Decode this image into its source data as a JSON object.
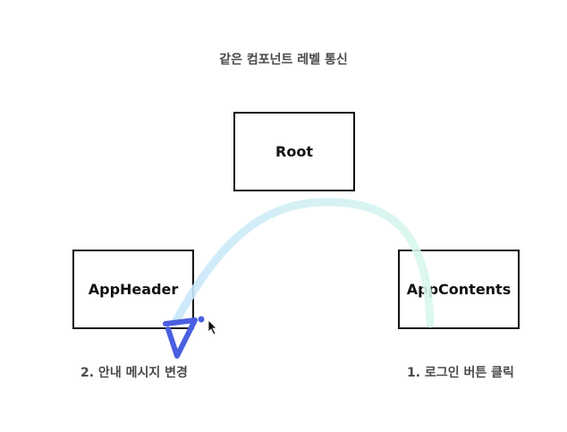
{
  "title": "같은 컴포넌트 레벨 통신",
  "nodes": {
    "root": "Root",
    "header": "AppHeader",
    "contents": "AppContents"
  },
  "captions": {
    "header": "2. 안내 메시지 변경",
    "contents": "1. 로그인 버튼 클릭"
  },
  "colors": {
    "arc_start": "#c8e6fb",
    "arc_end": "#d8f8ec",
    "marker": "#4a5fe0"
  }
}
